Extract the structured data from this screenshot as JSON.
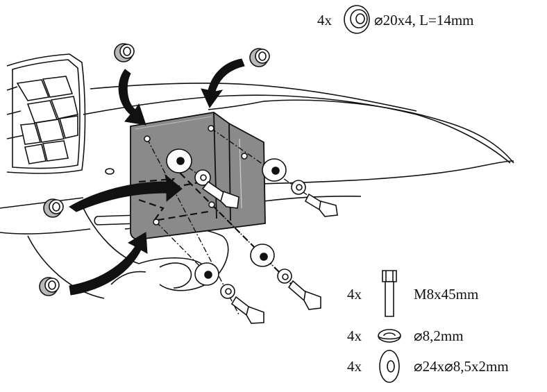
{
  "parts": {
    "spacer": {
      "qty": "4x",
      "icon": "spacer-ring-icon",
      "spec": "⌀20x4, L=14mm"
    },
    "bolt": {
      "qty": "4x",
      "icon": "hex-bolt-icon",
      "spec": "M8x45mm"
    },
    "spring_washer": {
      "qty": "4x",
      "icon": "spring-washer-icon",
      "spec": "⌀8,2mm"
    },
    "flat_washer": {
      "qty": "4x",
      "icon": "flat-washer-icon",
      "spec": "⌀24x⌀8,5x2mm"
    }
  },
  "colors": {
    "bracket_fill": "#8a8a8a",
    "line": "#111111",
    "background": "#ffffff"
  }
}
